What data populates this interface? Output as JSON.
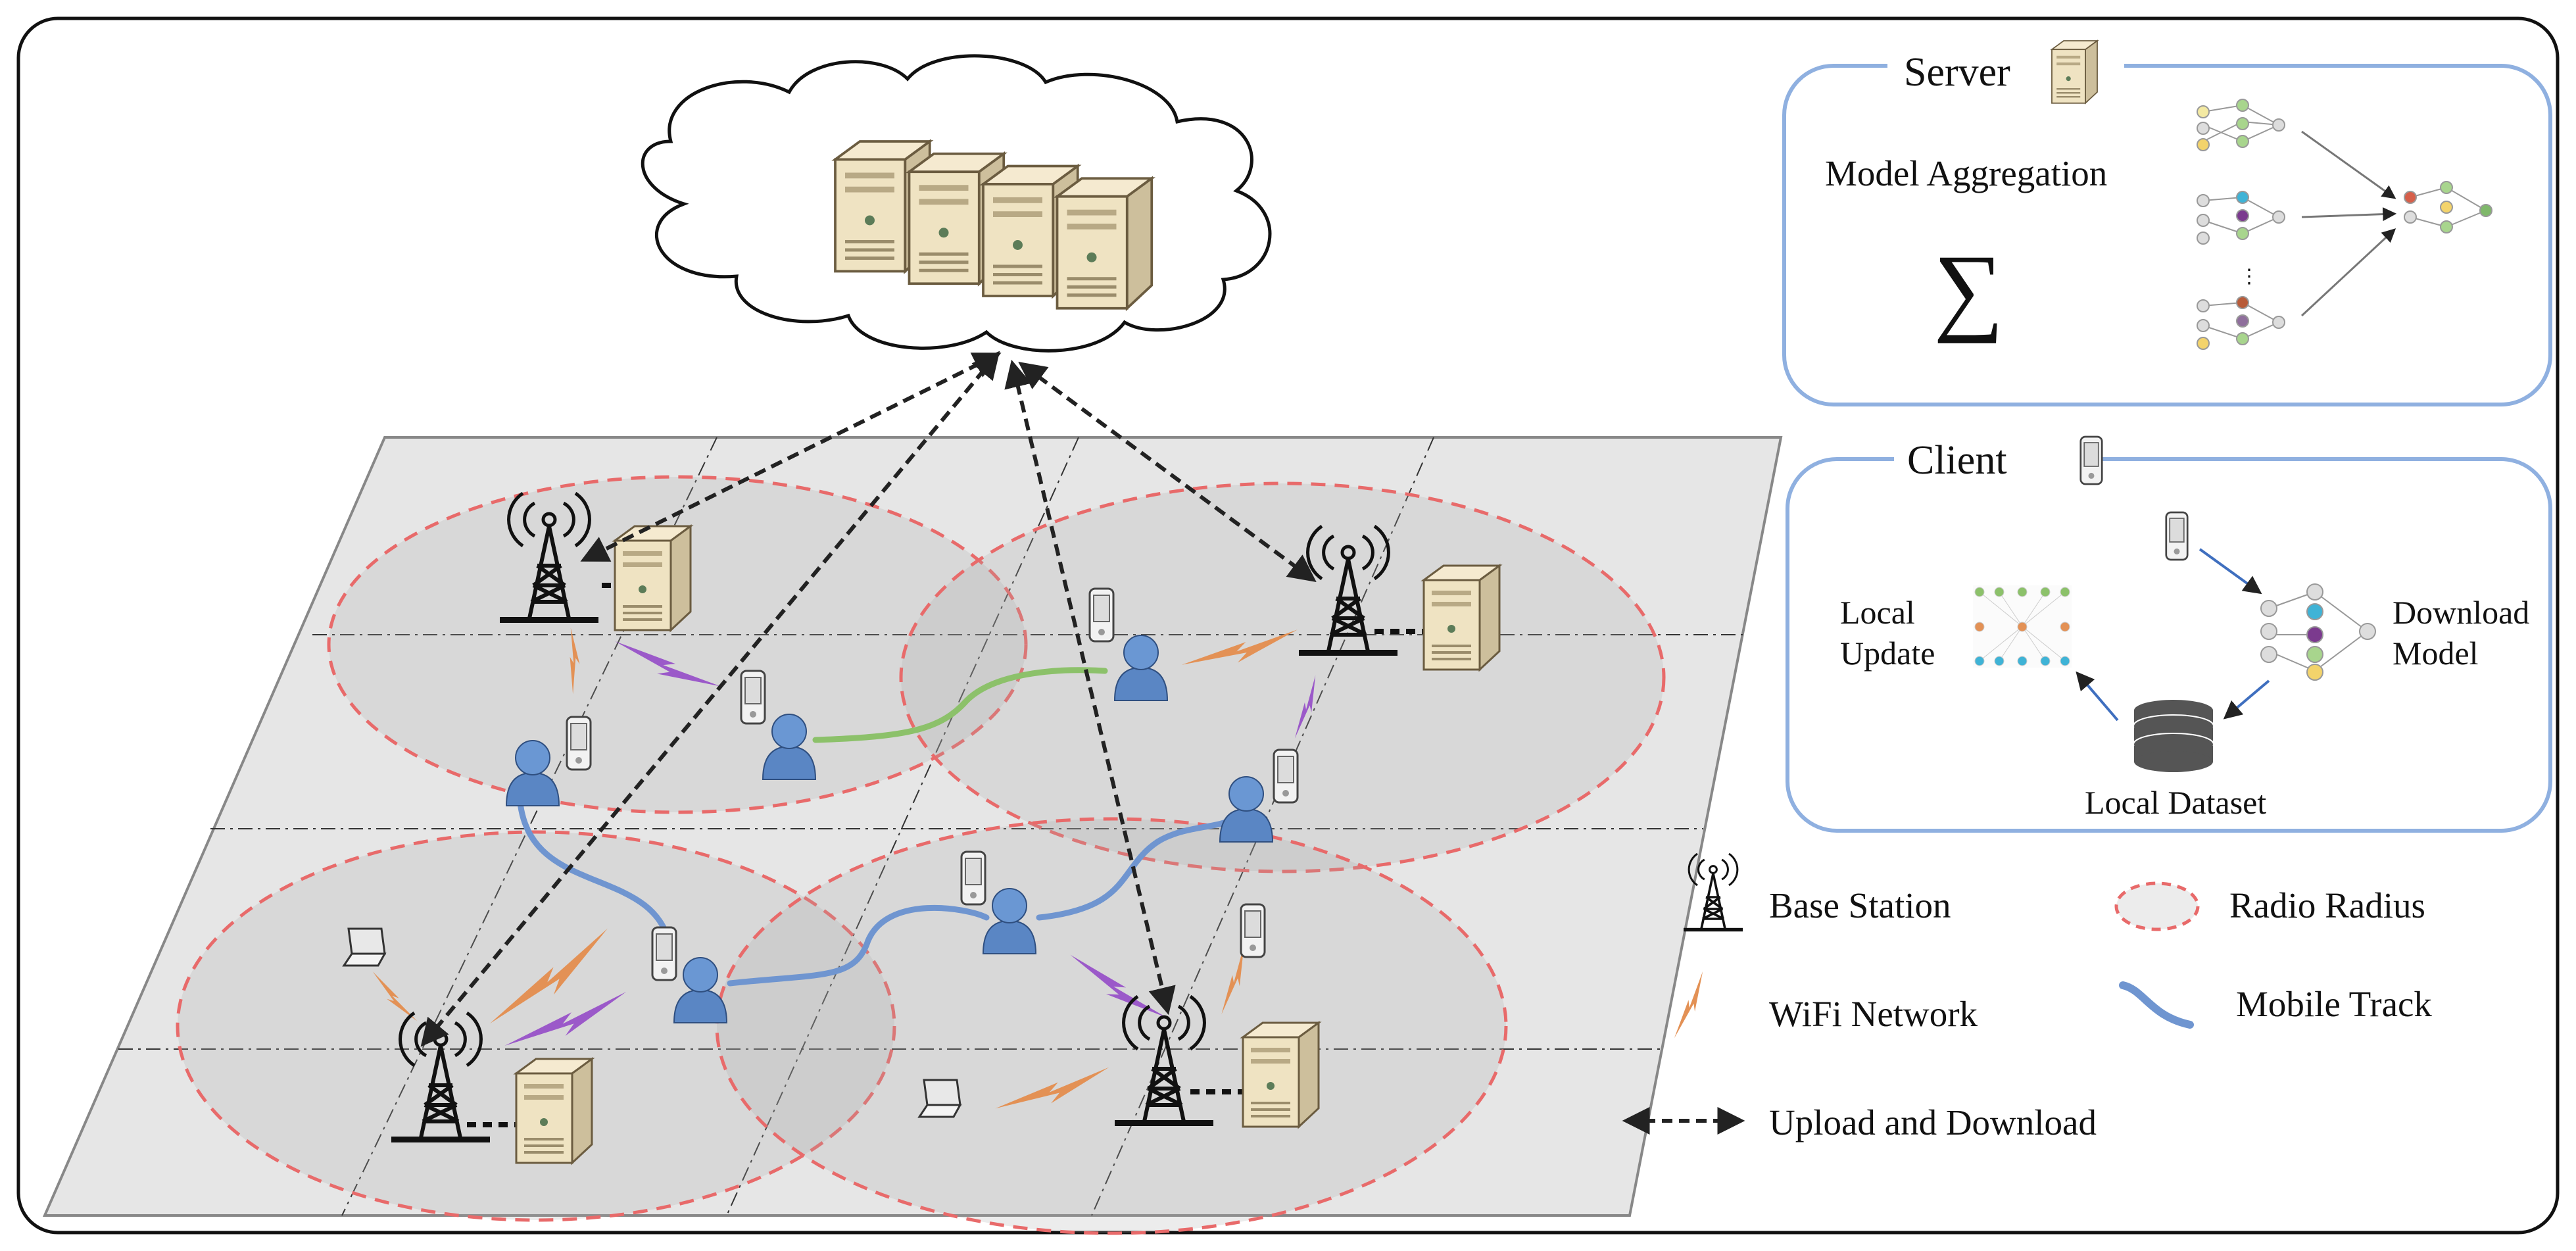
{
  "server_panel": {
    "title": "Server",
    "caption": "Model Aggregation",
    "symbol": "∑"
  },
  "client_panel": {
    "title": "Client",
    "local_update": [
      "Local",
      "Update"
    ],
    "download_model": [
      "Download",
      "Model"
    ],
    "local_dataset": "Local Dataset"
  },
  "legend": {
    "base_station": "Base Station",
    "radio_radius": "Radio Radius",
    "wifi_network": "WiFi Network",
    "mobile_track": "Mobile Track",
    "upload_download": "Upload and Download"
  },
  "colors": {
    "radius": "#e86a6a",
    "wifi": "#e39155",
    "cell_link": "#9b59c9",
    "track": "#6f95d0",
    "peer_link": "#8cc16a",
    "panel_border": "#8fb0e0",
    "arrow": "#222222",
    "ground": "#e5e5e5"
  }
}
